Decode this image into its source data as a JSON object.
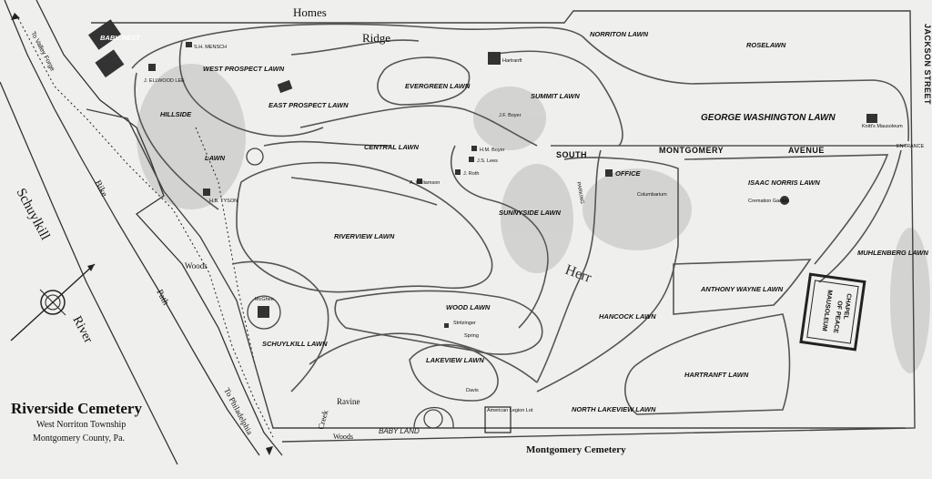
{
  "labels": {
    "homes": "Homes",
    "ridge": "Ridge",
    "schuylkill": "Schuylkill",
    "river": "River",
    "to_valley_forge": "To Valley Forge",
    "to_philadelphia": "To Philadelphia",
    "bike": "Bike",
    "path": "Path",
    "woods_upper": "Woods",
    "woods_lower": "Woods",
    "creek": "Creek",
    "ravine": "Ravine",
    "baby_land": "BABY LAND",
    "jackson_street": "JACKSON STREET",
    "south": "SOUTH",
    "montgomery": "MONTGOMERY",
    "avenue": "AVENUE",
    "entrance": "ENTRANCE",
    "parking": "PARKING",
    "office": "OFFICE",
    "columbarium": "Columbarium",
    "cremation_garden": "Cremation Garden",
    "chapel": "CHAPEL",
    "of": "OF",
    "peace": "PEACE",
    "mausoleum": "MAUSOLEUM",
    "montgomery_cemetery": "Montgomery Cemetery",
    "american_legion_lot": "American Legion Lot",
    "handwritten": "Herr"
  },
  "lawns": {
    "west_prospect": "WEST PROSPECT LAWN",
    "east_prospect": "EAST PROSPECT LAWN",
    "evergreen": "EVERGREEN LAWN",
    "summit": "SUMMIT LAWN",
    "norriton": "NORRITON LAWN",
    "roselawn": "ROSELAWN",
    "george_washington": "GEORGE WASHINGTON LAWN",
    "hillside": "HILLSIDE",
    "lawn": "LAWN",
    "central": "CENTRAL LAWN",
    "riverview": "RIVERVIEW LAWN",
    "sunnyside": "SUNNYSIDE LAWN",
    "isaac_norris": "ISAAC NORRIS LAWN",
    "muhlenberg": "MUHLENBERG LAWN",
    "anthony_wayne": "ANTHONY WAYNE LAWN",
    "wood": "WOOD LAWN",
    "hancock": "HANCOCK LAWN",
    "schuylkill": "SCHUYLKILL LAWN",
    "lakeview": "LAKEVIEW LAWN",
    "north_lakeview": "NORTH LAKEVIEW LAWN",
    "hartranft": "HARTRANFT LAWN",
    "babk_rest": "BABK REST"
  },
  "graves": {
    "mensch": "S.H. MENSCH",
    "ellwood_lee": "J. ELLWOOD LEE",
    "tyson": "H.B. TYSON",
    "hartranft": "Hartranft",
    "boyer_jf": "J.F. Boyer",
    "boyer_hm": "H.M. Boyer",
    "lees": "J.S. Lees",
    "roth": "J. Roth",
    "williamson": "A. Williamson",
    "mcghee": "McGhee",
    "stritzinger": "Stritzinger",
    "spring": "Spring",
    "davis": "Davis",
    "knitts": "Knitt's Mausoleum"
  },
  "title": {
    "name": "Riverside Cemetery",
    "township": "West Norriton Township",
    "county": "Montgomery County, Pa."
  }
}
